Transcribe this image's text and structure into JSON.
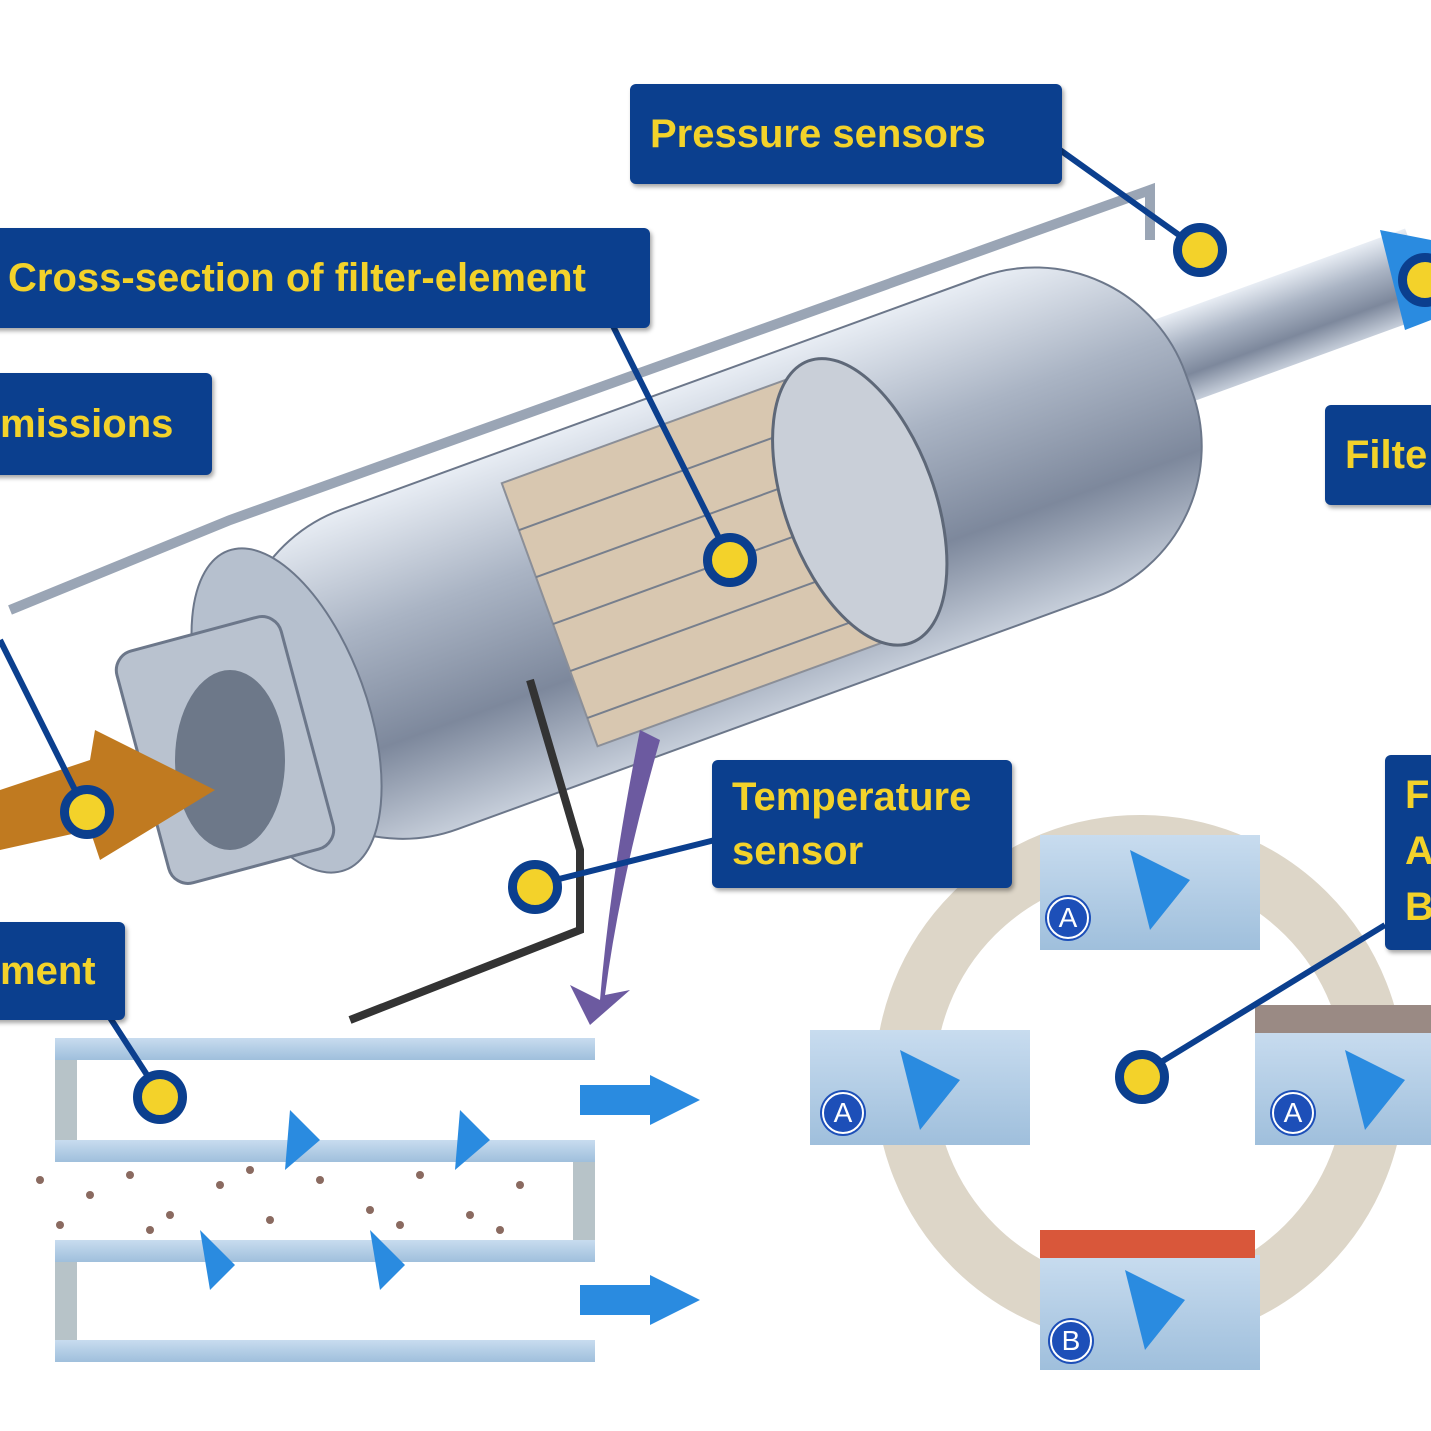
{
  "title": "Diesel particulate filter",
  "labels": {
    "pressure_sensors": "Pressure sensors",
    "cross_section": "Cross-section of filter-element",
    "emissions": "missions",
    "filtered": "Filte",
    "temperature_sensor_line1": "Temperature",
    "temperature_sensor_line2": "sensor",
    "filter_element": "ment",
    "phases_line1": "F",
    "phases_line2": "A",
    "phases_line3": "B"
  },
  "phase_badges": [
    "A",
    "A",
    "A",
    "B"
  ],
  "colors": {
    "label_bg": "#0b3f8e",
    "label_text": "#f3d22a",
    "flow_clean": "#2a8be0",
    "flow_dirty": "#c07a20"
  }
}
